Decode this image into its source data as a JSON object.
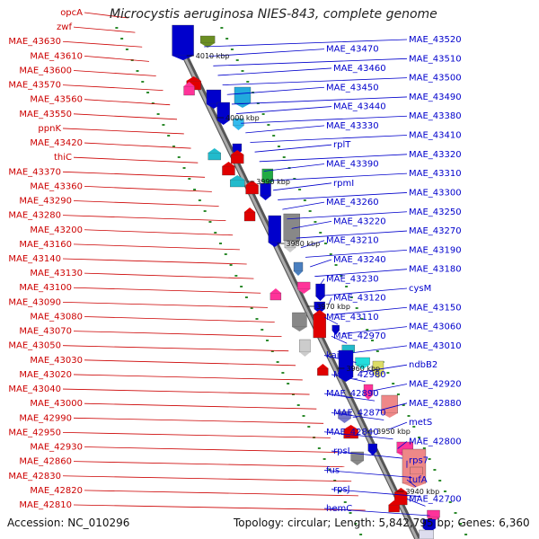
{
  "title": "Microcystis aeruginosa NIES-843, complete genome",
  "footer": {
    "accession": "Accession: NC_010296",
    "topology": "Topology: circular; Length: 5,842,795 bp; Genes: 6,360"
  },
  "colors": {
    "forward": "#0000cc",
    "reverse": "#cc0000",
    "backbone": "#808080",
    "tick": "#2e8b2e"
  },
  "kbp_markers": [
    "4010 kbp",
    "4000 kbp",
    "3990 kbp",
    "3980 kbp",
    "3970 kbp",
    "3960 kbp",
    "3950 kbp",
    "3940 kbp"
  ],
  "left_labels": [
    "opcA",
    "zwf",
    "MAE_43630",
    "MAE_43610",
    "MAE_43600",
    "MAE_43570",
    "MAE_43560",
    "MAE_43550",
    "ppnK",
    "MAE_43420",
    "thiC",
    "MAE_43370",
    "MAE_43360",
    "MAE_43290",
    "MAE_43280",
    "MAE_43200",
    "MAE_43160",
    "MAE_43140",
    "MAE_43130",
    "MAE_43100",
    "MAE_43090",
    "MAE_43080",
    "MAE_43070",
    "MAE_43050",
    "MAE_43030",
    "MAE_43020",
    "MAE_43040",
    "MAE_43000",
    "MAE_42990",
    "MAE_42950",
    "MAE_42930",
    "MAE_42860",
    "MAE_42830",
    "MAE_42820",
    "MAE_42810"
  ],
  "right_labels": [
    "MAE_43520",
    "MAE_43470",
    "MAE_43510",
    "MAE_43460",
    "MAE_43500",
    "MAE_43450",
    "MAE_43490",
    "MAE_43440",
    "MAE_43380",
    "MAE_43330",
    "MAE_43410",
    "rplT",
    "MAE_43320",
    "MAE_43390",
    "MAE_43310",
    "rpmI",
    "MAE_43300",
    "MAE_43260",
    "MAE_43250",
    "MAE_43220",
    "MAE_43270",
    "MAE_43210",
    "MAE_43190",
    "MAE_43240",
    "MAE_43180",
    "MAE_43230",
    "cysM",
    "MAE_43120",
    "MAE_43150",
    "MAE_43110",
    "MAE_43060",
    "MAE_42970",
    "MAE_43010",
    "kaiB",
    "ndbB2",
    "MAE_42980",
    "MAE_42920",
    "MAE_42890",
    "MAE_42880",
    "MAE_42870",
    "metS",
    "MAE_42840",
    "MAE_42800",
    "rpsL",
    "rps7",
    "fus",
    "tufA",
    "rpsJ",
    "MAE_42700",
    "hemC"
  ]
}
